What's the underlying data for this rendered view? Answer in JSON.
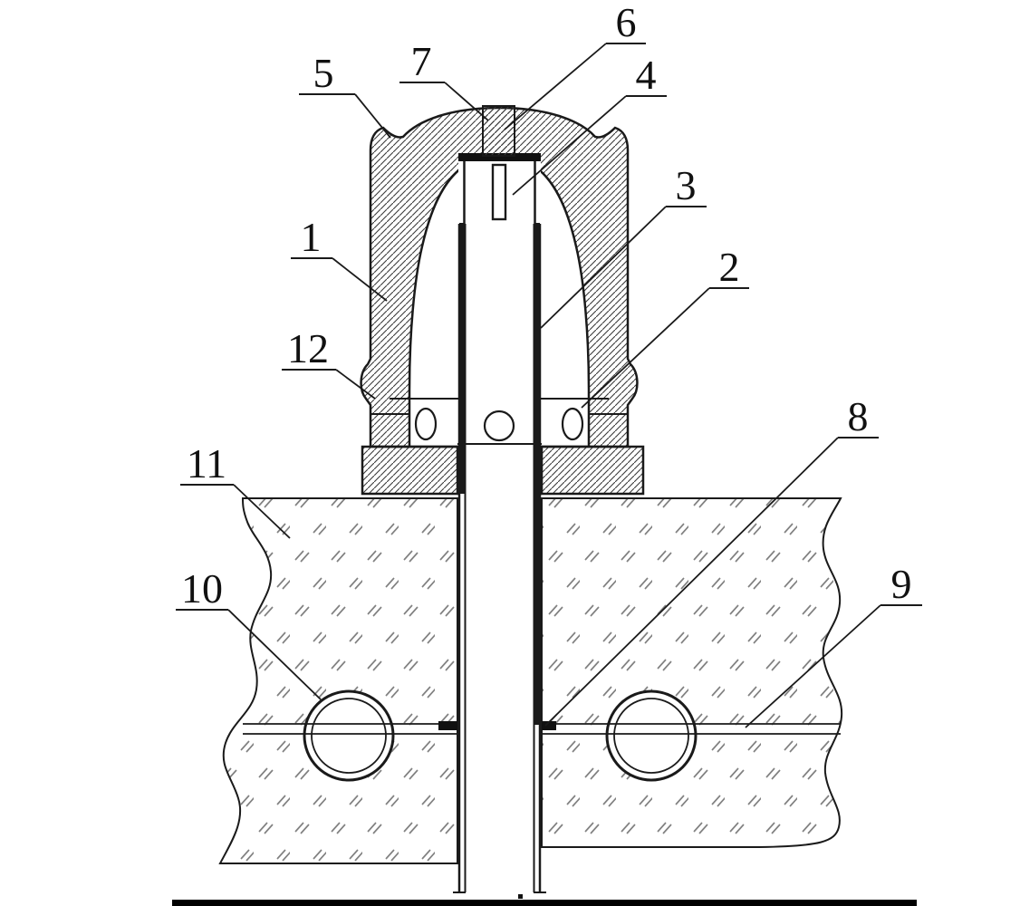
{
  "figure": {
    "kind": "patent-cross-section-drawing"
  },
  "colors": {
    "line": "#1a1a1a",
    "metal_hatch": "#3a3a3a",
    "ground_mark": "#818181",
    "background": "#ffffff"
  },
  "labels": [
    {
      "text": "5"
    },
    {
      "text": "7"
    },
    {
      "text": "6"
    },
    {
      "text": "4"
    },
    {
      "text": "3"
    },
    {
      "text": "2"
    },
    {
      "text": "1"
    },
    {
      "text": "12"
    },
    {
      "text": "11"
    },
    {
      "text": "10"
    },
    {
      "text": "8"
    },
    {
      "text": "9"
    }
  ]
}
